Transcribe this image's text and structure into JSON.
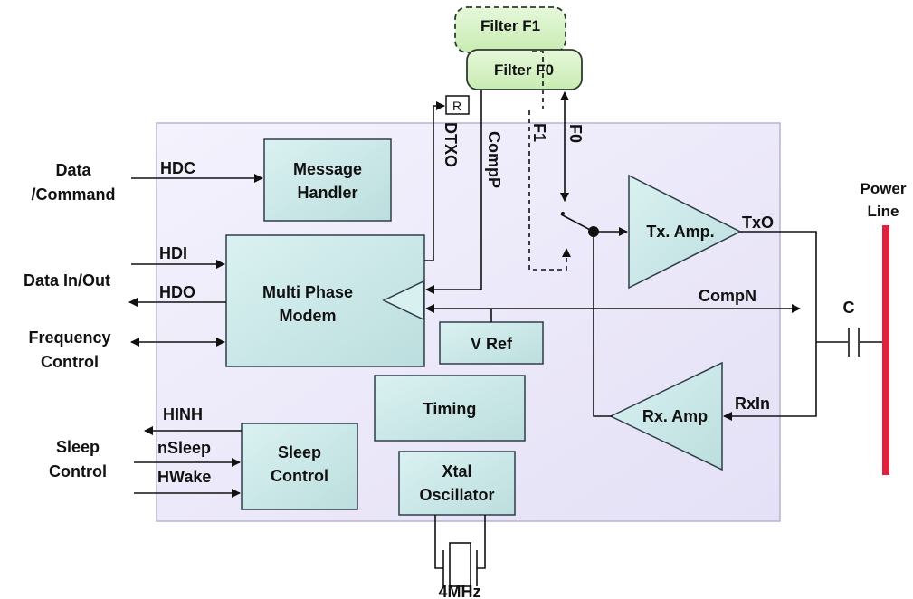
{
  "colors": {
    "chip_fill": "#ede9fa",
    "chip_stroke": "#b8b3cf",
    "block_fill": "#cdeaea",
    "block_stroke": "#2f3d4a",
    "filter_fill": "#d8f2c8",
    "filter_stroke": "#2c3a2c",
    "power_line": "#e0203c",
    "wire": "#111111"
  },
  "filters": {
    "f1": "Filter F1",
    "f0": "Filter F0"
  },
  "resistor": "R",
  "blocks": {
    "message_handler": [
      "Message",
      "Handler"
    ],
    "modem": [
      "Multi Phase",
      "Modem"
    ],
    "vref": "V Ref",
    "timing": "Timing",
    "sleep_control": [
      "Sleep",
      "Control"
    ],
    "xtal": [
      "Xtal",
      "Oscillator"
    ],
    "tx_amp": "Tx. Amp.",
    "rx_amp": "Rx. Amp"
  },
  "external": {
    "data_command": [
      "Data",
      "/Command"
    ],
    "data_in_out": "Data In/Out",
    "frequency_control": [
      "Frequency",
      "Control"
    ],
    "sleep_control": [
      "Sleep",
      "Control"
    ],
    "power_line": [
      "Power",
      "Line"
    ],
    "capacitor": "C",
    "crystal": "4MHz"
  },
  "signals": {
    "hdc": "HDC",
    "hdi": "HDI",
    "hdo": "HDO",
    "hinh": "HINH",
    "nsleep": "nSleep",
    "hwake": "HWake",
    "dtxo": "DTXO",
    "compp": "CompP",
    "f1": "F1",
    "f0": "F0",
    "txo": "TxO",
    "compn": "CompN",
    "rxin": "RxIn"
  }
}
